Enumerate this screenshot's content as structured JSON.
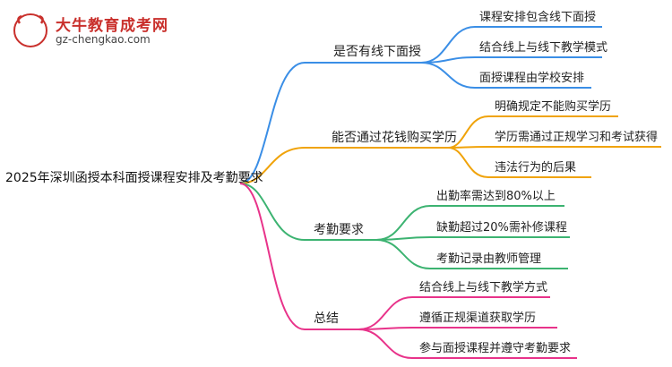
{
  "brand": {
    "name": "大牛教育成考网",
    "url": "gz-chengkao.com",
    "logo_glyphs": "大牛"
  },
  "colors": {
    "blue": "#3a8ee6",
    "orange": "#f0a30a",
    "green": "#3cb371",
    "pink": "#e8338a"
  },
  "mindmap": {
    "root": "2025年深圳函授本科面授课程安排及考勤要求",
    "branches": [
      {
        "label": "是否有线下面授",
        "color": "#3a8ee6",
        "children": [
          "课程安排包含线下面授",
          "结合线上与线下教学模式",
          "面授课程由学校安排"
        ]
      },
      {
        "label": "能否通过花钱购买学历",
        "color": "#f0a30a",
        "children": [
          "明确规定不能购买学历",
          "学历需通过正规学习和考试获得",
          "违法行为的后果"
        ]
      },
      {
        "label": "考勤要求",
        "color": "#3cb371",
        "children": [
          "出勤率需达到80%以上",
          "缺勤超过20%需补修课程",
          "考勤记录由教师管理"
        ]
      },
      {
        "label": "总结",
        "color": "#e8338a",
        "children": [
          "结合线上与线下教学方式",
          "遵循正规渠道获取学历",
          "参与面授课程并遵守考勤要求"
        ]
      }
    ]
  }
}
